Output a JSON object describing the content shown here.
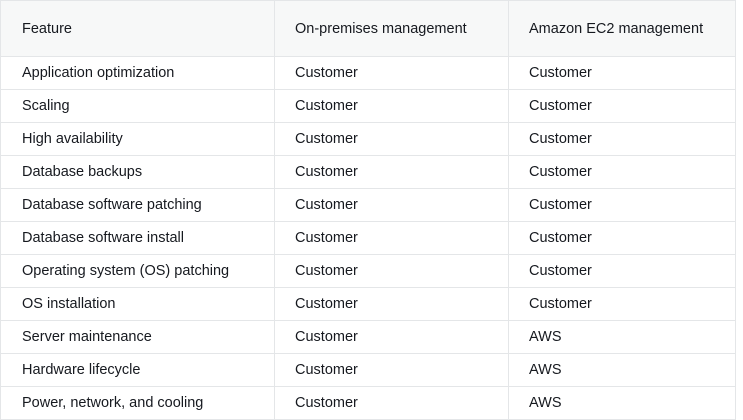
{
  "table": {
    "caption": "",
    "columns": [
      {
        "key": "feature",
        "label": "Feature"
      },
      {
        "key": "onprem",
        "label": "On-premises management"
      },
      {
        "key": "ec2",
        "label": "Amazon EC2 management"
      }
    ],
    "rows": [
      {
        "feature": "Application optimization",
        "onprem": "Customer",
        "ec2": "Customer"
      },
      {
        "feature": "Scaling",
        "onprem": "Customer",
        "ec2": "Customer"
      },
      {
        "feature": "High availability",
        "onprem": "Customer",
        "ec2": "Customer"
      },
      {
        "feature": "Database backups",
        "onprem": "Customer",
        "ec2": "Customer"
      },
      {
        "feature": "Database software patching",
        "onprem": "Customer",
        "ec2": "Customer"
      },
      {
        "feature": "Database software install",
        "onprem": "Customer",
        "ec2": "Customer"
      },
      {
        "feature": "Operating system (OS) patching",
        "onprem": "Customer",
        "ec2": "Customer"
      },
      {
        "feature": "OS installation",
        "onprem": "Customer",
        "ec2": "Customer"
      },
      {
        "feature": "Server maintenance",
        "onprem": "Customer",
        "ec2": "AWS"
      },
      {
        "feature": "Hardware lifecycle",
        "onprem": "Customer",
        "ec2": "AWS"
      },
      {
        "feature": "Power, network, and cooling",
        "onprem": "Customer",
        "ec2": "AWS"
      }
    ]
  },
  "colors": {
    "page_background": "#ffffff",
    "header_background": "#f7f8f8",
    "border": "#e4e6e8",
    "text": "#16191f"
  }
}
